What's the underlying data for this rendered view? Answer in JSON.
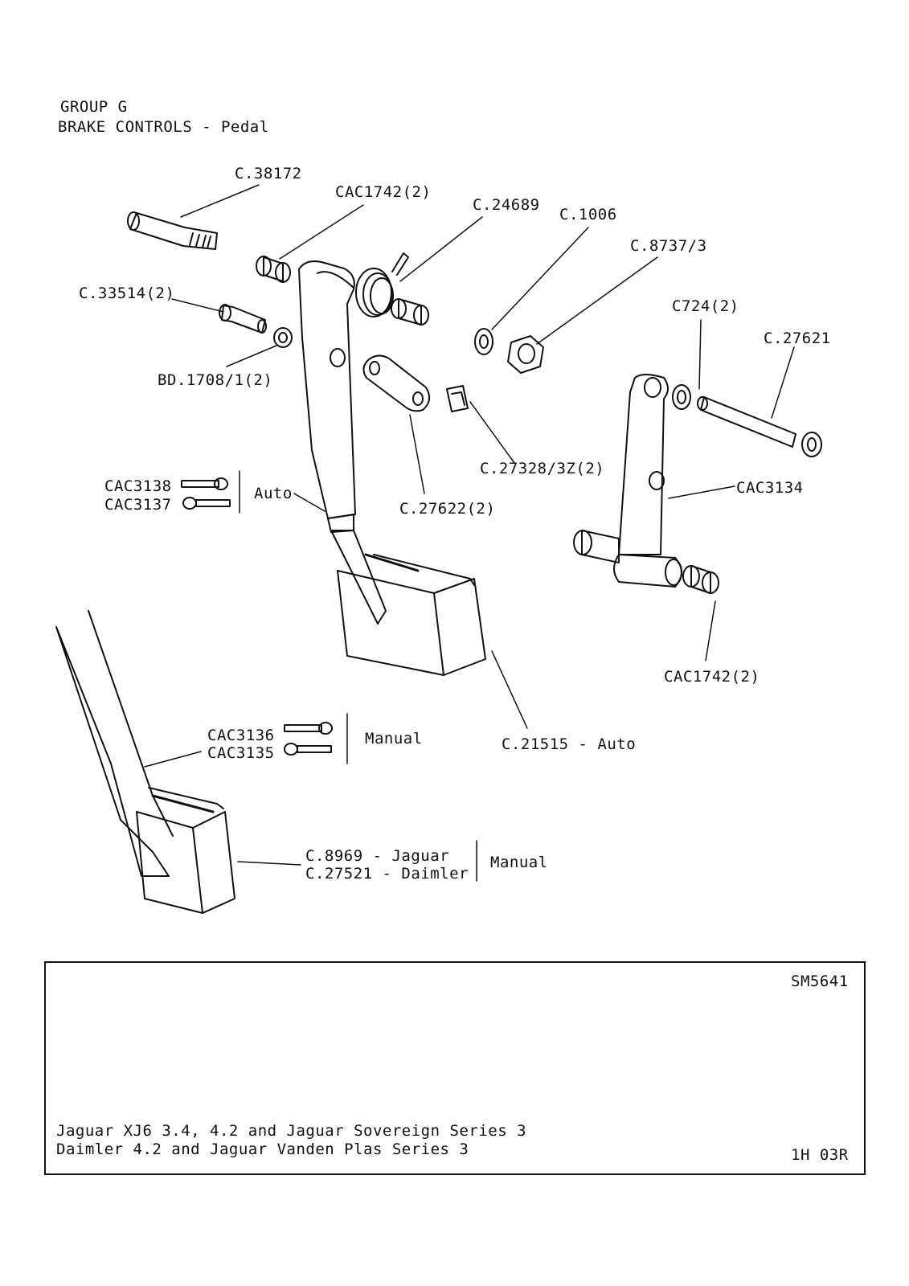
{
  "header": {
    "group": "GROUP G",
    "title": "BRAKE CONTROLS - Pedal"
  },
  "callouts": {
    "c38172": "C.38172",
    "cac1742_top": "CAC1742(2)",
    "c24689": "C.24689",
    "c1006": "C.1006",
    "c8737": "C.8737/3",
    "c33514": "C.33514(2)",
    "c724": "C724(2)",
    "c27621": "C.27621",
    "bd1708": "BD.1708/1(2)",
    "c27328": "C.27328/3Z(2)",
    "cac3138": "CAC3138",
    "cac3137": "CAC3137",
    "auto": "Auto",
    "c27622": "C.27622(2)",
    "cac3134": "CAC3134",
    "cac1742_bottom": "CAC1742(2)",
    "cac3136": "CAC3136",
    "cac3135": "CAC3135",
    "manual_1": "Manual",
    "c21515": "C.21515 - Auto",
    "c8969": "C.8969 - Jaguar",
    "c27521": "C.27521 - Daimler",
    "manual_2": "Manual"
  },
  "footer": {
    "ref": "SM5641",
    "line1": "Jaguar XJ6 3.4, 4.2 and Jaguar Sovereign Series 3",
    "line2": "Daimler 4.2 and Jaguar Vanden Plas Series 3",
    "code": "1H 03R"
  }
}
